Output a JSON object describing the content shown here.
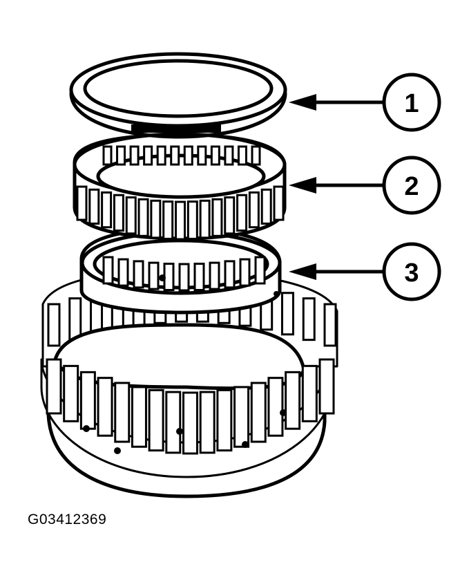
{
  "callouts": [
    {
      "label": "1",
      "part": "thrust-washer"
    },
    {
      "label": "2",
      "part": "roller-bearing"
    },
    {
      "label": "3",
      "part": "inner-race"
    }
  ],
  "figure_code": "G03412369",
  "colors": {
    "ink": "#000000",
    "paper": "#ffffff"
  }
}
